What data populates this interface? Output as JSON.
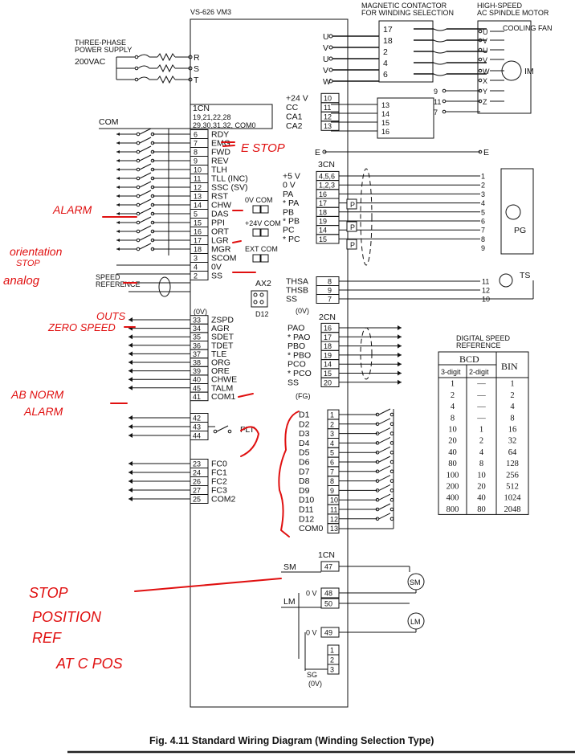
{
  "inverter": {
    "model": "VS-626 VM3"
  },
  "contactor": {
    "line1": "MAGNETIC CONTACTOR",
    "line2": "FOR WINDING SELECTION",
    "pins": [
      "17",
      "18",
      "2",
      "4",
      "6"
    ],
    "lower_pins": [
      "13",
      "14",
      "15",
      "16"
    ]
  },
  "motor": {
    "line1": "HIGH-SPEED",
    "line2": "AC SPINDLE MOTOR",
    "fan": "COOLING FAN",
    "terms": [
      "U",
      "V",
      "U",
      "V",
      "W",
      "X",
      "Y",
      "Z"
    ],
    "label": "IM",
    "ground": "E"
  },
  "power": {
    "line1": "THREE-PHASE",
    "line2": "POWER SUPPLY",
    "voltage": "200VAC",
    "terms": [
      "R",
      "S",
      "T"
    ]
  },
  "output_terms": [
    "U",
    "V",
    "U",
    "V",
    "W"
  ],
  "mid_pins": [
    "9",
    "11",
    "7"
  ],
  "com_label": "COM",
  "cn1_left": {
    "title": "1CN",
    "header1": "19,21,22,28",
    "header2": "29,30,31,32, COM0",
    "rows": [
      {
        "pin": "6",
        "name": "RDY"
      },
      {
        "pin": "7",
        "name": "EMG"
      },
      {
        "pin": "8",
        "name": "FWD"
      },
      {
        "pin": "9",
        "name": "REV"
      },
      {
        "pin": "10",
        "name": "TLH"
      },
      {
        "pin": "11",
        "name": "TLL (INC)"
      },
      {
        "pin": "12",
        "name": "SSC (SV)"
      },
      {
        "pin": "13",
        "name": "RST"
      },
      {
        "pin": "14",
        "name": "CHW"
      },
      {
        "pin": "5",
        "name": "DAS"
      },
      {
        "pin": "15",
        "name": "PPI"
      },
      {
        "pin": "16",
        "name": "ORT"
      },
      {
        "pin": "17",
        "name": "LGR"
      },
      {
        "pin": "18",
        "name": "MGR"
      },
      {
        "pin": "3",
        "name": "SCOM"
      },
      {
        "pin": "4",
        "name": "0V"
      },
      {
        "pin": "2",
        "name": "SS"
      }
    ],
    "ss_sub": "(0V)",
    "jumpers": [
      "0V COM",
      "+24V COM",
      "EXT COM"
    ],
    "ax2": "AX2",
    "d12": "D12",
    "speed_ref1": "SPEED",
    "speed_ref2": "REFERENCE"
  },
  "cn1_outputs": {
    "rows": [
      {
        "pin": "33",
        "name": "ZSPD"
      },
      {
        "pin": "34",
        "name": "AGR"
      },
      {
        "pin": "35",
        "name": "SDET"
      },
      {
        "pin": "36",
        "name": "TDET"
      },
      {
        "pin": "37",
        "name": "TLE"
      },
      {
        "pin": "38",
        "name": "ORG"
      },
      {
        "pin": "39",
        "name": "ORE"
      },
      {
        "pin": "40",
        "name": "CHWE"
      },
      {
        "pin": "45",
        "name": "TALM"
      },
      {
        "pin": "41",
        "name": "COM1"
      }
    ],
    "flt_pins": [
      "42",
      "43",
      "44"
    ],
    "flt": "FLT",
    "fc_rows": [
      {
        "pin": "23",
        "name": "FC0"
      },
      {
        "pin": "24",
        "name": "FC1"
      },
      {
        "pin": "26",
        "name": "FC2"
      },
      {
        "pin": "27",
        "name": "FC3"
      },
      {
        "pin": "25",
        "name": "COM2"
      }
    ]
  },
  "cn1_right_top": {
    "rows": [
      {
        "name": "+24 V",
        "pin": "10"
      },
      {
        "name": "CC",
        "pin": "11"
      },
      {
        "name": "CA1",
        "pin": "12"
      },
      {
        "name": "CA2",
        "pin": "13"
      }
    ]
  },
  "cn3": {
    "title": "3CN",
    "ground": "E",
    "rows": [
      {
        "name": "+5 V",
        "pin": "4,5,6"
      },
      {
        "name": "0 V",
        "pin": "1,2,3"
      },
      {
        "name": "PA",
        "pin": "16"
      },
      {
        "name": "* PA",
        "pin": "17"
      },
      {
        "name": "PB",
        "pin": "18"
      },
      {
        "name": "* PB",
        "pin": "19"
      },
      {
        "name": "PC",
        "pin": "14"
      },
      {
        "name": "* PC",
        "pin": "15"
      }
    ],
    "pg_pins": [
      "1",
      "2",
      "3",
      "4",
      "5",
      "6",
      "7",
      "8",
      "9"
    ],
    "pg": "PG",
    "p": "P",
    "ths": [
      {
        "name": "THSA",
        "pin": "8"
      },
      {
        "name": "THSB",
        "pin": "9"
      },
      {
        "name": "SS",
        "pin": "7"
      }
    ],
    "ss_sub": "(0V)",
    "ts": "TS",
    "ts_pins": [
      "11",
      "12",
      "10"
    ]
  },
  "cn2": {
    "title": "2CN",
    "rows": [
      {
        "name": "PAO",
        "pin": "16"
      },
      {
        "name": "* PAO",
        "pin": "17"
      },
      {
        "name": "PBO",
        "pin": "18"
      },
      {
        "name": "* PBO",
        "pin": "19"
      },
      {
        "name": "PCO",
        "pin": "14"
      },
      {
        "name": "* PCO",
        "pin": "15"
      },
      {
        "name": "SS",
        "pin": "20"
      }
    ],
    "fg": "(FG)",
    "d_rows": [
      {
        "name": "D1",
        "pin": "1"
      },
      {
        "name": "D2",
        "pin": "2"
      },
      {
        "name": "D3",
        "pin": "3"
      },
      {
        "name": "D4",
        "pin": "4"
      },
      {
        "name": "D5",
        "pin": "5"
      },
      {
        "name": "D6",
        "pin": "6"
      },
      {
        "name": "D7",
        "pin": "7"
      },
      {
        "name": "D8",
        "pin": "8"
      },
      {
        "name": "D9",
        "pin": "9"
      },
      {
        "name": "D10",
        "pin": "10"
      },
      {
        "name": "D11",
        "pin": "11"
      },
      {
        "name": "D12",
        "pin": "12"
      },
      {
        "name": "COM0",
        "pin": "13"
      }
    ]
  },
  "cn1_bottom": {
    "title": "1CN",
    "sm": "SM",
    "lm": "LM",
    "rows": [
      {
        "name": "",
        "pin": "47"
      },
      {
        "name": "0 V",
        "pin": "48"
      },
      {
        "name": "",
        "pin": "50"
      },
      {
        "name": "0 V",
        "pin": "49"
      }
    ],
    "sg_pins": [
      "1",
      "2",
      "3"
    ],
    "sg": "SG",
    "sg_sub": "(0V)"
  },
  "digital_table": {
    "title1": "DIGITAL SPEED",
    "title2": "REFERENCE",
    "h_bcd": "BCD",
    "h_bin": "BIN",
    "h_3": "3-digit",
    "h_2": "2-digit",
    "rows": [
      [
        "1",
        "—",
        "1"
      ],
      [
        "2",
        "—",
        "2"
      ],
      [
        "4",
        "—",
        "4"
      ],
      [
        "8",
        "—",
        "8"
      ],
      [
        "10",
        "1",
        "16"
      ],
      [
        "20",
        "2",
        "32"
      ],
      [
        "40",
        "4",
        "64"
      ],
      [
        "80",
        "8",
        "128"
      ],
      [
        "100",
        "10",
        "256"
      ],
      [
        "200",
        "20",
        "512"
      ],
      [
        "400",
        "40",
        "1024"
      ],
      [
        "800",
        "80",
        "2048"
      ]
    ]
  },
  "annotations": {
    "estop": "E STOP",
    "alarm": "ALARM",
    "orientation1": "orientation",
    "orientation2": "STOP",
    "analog": "analog",
    "outs": "OUTS",
    "zero_speed": "ZERO SPEED",
    "abnorm1": "AB NORM",
    "abnorm2": "ALARM",
    "stop_pos": [
      "STOP",
      "POSITION",
      "REF",
      "AT C POS"
    ]
  },
  "caption": "Fig. 4.11  Standard Wiring Diagram (Winding Selection Type)"
}
